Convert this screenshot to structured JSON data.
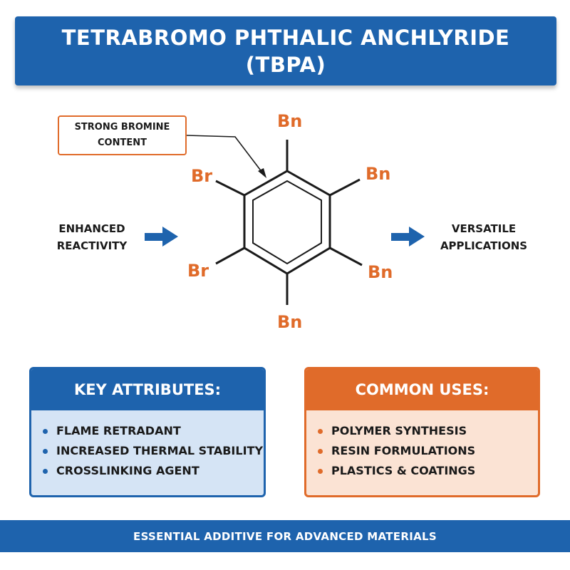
{
  "colors": {
    "blue": "#1e63ad",
    "orange": "#e06b2a",
    "blue_panel_bg": "#d5e4f5",
    "orange_panel_bg": "#fbe3d4",
    "bond_color": "#1a1a1a"
  },
  "title": {
    "line1": "TETRABROMO PHTHALIC ANCHLYRIDE",
    "line2": "(TBPA)"
  },
  "diagram": {
    "callout": {
      "line1": "STRONG BROMINE",
      "line2": "CONTENT"
    },
    "left_label": {
      "line1": "ENHANCED",
      "line2": "REACTIVITY"
    },
    "right_label": {
      "line1": "VERSATILE",
      "line2": "APPLICATIONS"
    },
    "atoms": {
      "top": "Bn",
      "upper_right": "Bn",
      "lower_right": "Bn",
      "bottom": "Bn",
      "upper_left": "Br",
      "lower_left": "Br"
    },
    "icons": {
      "left_arrow": "arrow-right-icon",
      "right_arrow": "arrow-right-icon"
    }
  },
  "key_attributes": {
    "header": "KEY ATTRIBUTES:",
    "items": [
      "FLAME RETRADANT",
      "INCREASED THERMAL STABILITY",
      "CROSSLINKING AGENT"
    ]
  },
  "common_uses": {
    "header": "COMMON USES:",
    "items": [
      "POLYMER SYNTHESIS",
      "RESIN FORMULATIONS",
      "PLASTICS & COATINGS"
    ]
  },
  "footer": {
    "text": "ESSENTIAL ADDITIVE FOR ADVANCED MATERIALS"
  }
}
